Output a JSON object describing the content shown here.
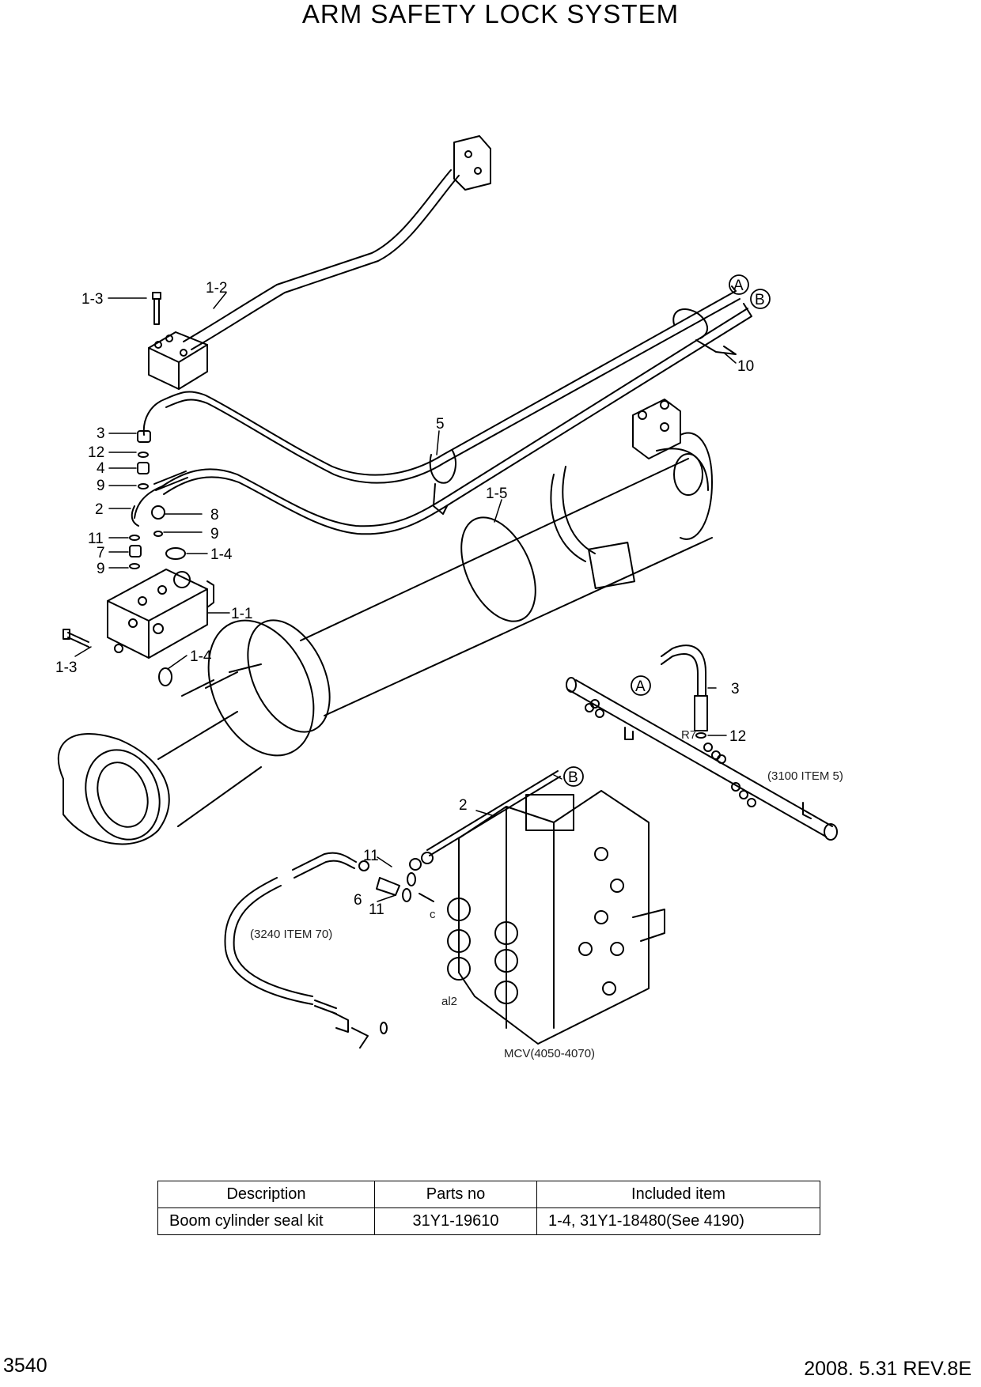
{
  "title": "ARM SAFETY LOCK SYSTEM",
  "callouts": {
    "c1_3_top": "1-3",
    "c1_2": "1-2",
    "c3_left": "3",
    "c12_left": "12",
    "c4": "4",
    "c9_a": "9",
    "c2_left": "2",
    "c8": "8",
    "c9_b": "9",
    "c11_left": "11",
    "c1_4_top": "1-4",
    "c7": "7",
    "c9_c": "9",
    "c1_1": "1-1",
    "c1_3_bottom": "1-3",
    "c1_4_bottom": "1-4",
    "c5": "5",
    "c1_5": "1-5",
    "c10": "10",
    "cA_top": "A",
    "cB_top": "B",
    "cA_right": "A",
    "c3_right": "3",
    "c12_right": "12",
    "r7": "R7",
    "ref_3100": "(3100 ITEM 5)",
    "cB_bottom": "B",
    "c2_bottom": "2",
    "c11_a": "11",
    "c6": "6",
    "c11_b": "11",
    "port_c": "c",
    "ref_3240": "(3240 ITEM 70)",
    "al2": "al2",
    "mcv": "MCV(4050-4070)"
  },
  "table": {
    "headers": [
      "Description",
      "Parts no",
      "Included item"
    ],
    "rows": [
      [
        "Boom cylinder seal kit",
        "31Y1-19610",
        "1-4, 31Y1-18480(See 4190)"
      ]
    ]
  },
  "footer": {
    "page": "3540",
    "date_rev": "2008. 5.31  REV.8E"
  }
}
